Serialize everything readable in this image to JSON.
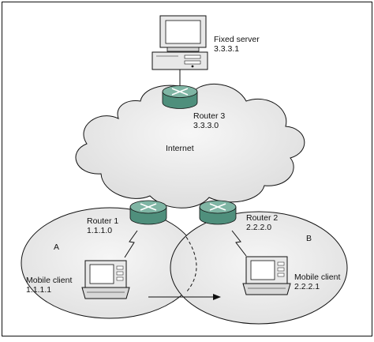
{
  "fixed_server": {
    "label": "Fixed server",
    "address": "3.3.3.1"
  },
  "router3": {
    "label": "Router 3",
    "address": "3.3.3.0"
  },
  "internet": {
    "label": "Internet"
  },
  "router1": {
    "label": "Router 1",
    "address": "1.1.1.0"
  },
  "router2": {
    "label": "Router 2",
    "address": "2.2.2.0"
  },
  "area_a": {
    "label": "A"
  },
  "area_b": {
    "label": "B"
  },
  "mobile_client_a": {
    "label": "Mobile client",
    "address": "1.1.1.1"
  },
  "mobile_client_b": {
    "label": "Mobile client",
    "address": "2.2.2.1"
  },
  "colors": {
    "router_body": "#4f8f7c",
    "router_top": "#7fb5a4",
    "cloud_fill": "#e9e9e9",
    "area_fill": "#e9e9e9",
    "stroke": "#111111"
  }
}
